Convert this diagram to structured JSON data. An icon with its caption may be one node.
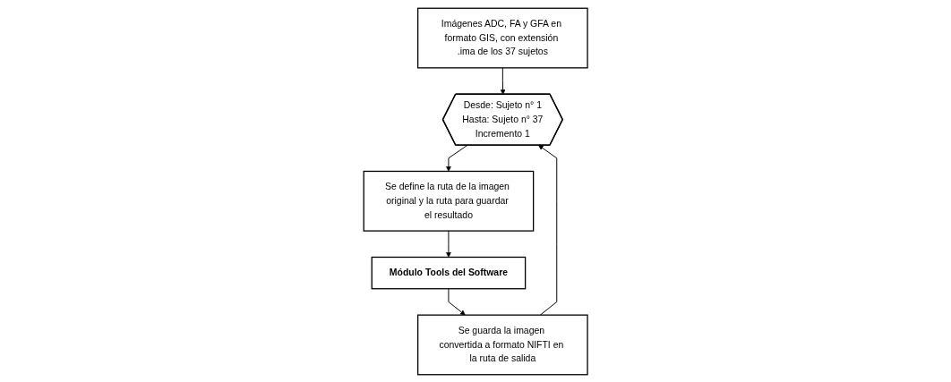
{
  "diagram": {
    "nodes": [
      {
        "text": [
          "Imágenes ADC, FA y GFA en formato GIS, con extensión .ima de los 37 sujetos"
        ]
      },
      {
        "text": [
          "Desde: Sujeto n° 1",
          "Hasta: Sujeto n° 37",
          "Incremento 1"
        ]
      },
      {
        "text": [
          "Se define la ruta de la imagen original y la ruta para guardar el resultado"
        ]
      },
      {
        "text": [
          "Módulo Tools del Software"
        ]
      },
      {
        "text": [
          "Se guarda la imagen convertida a formato NIFTI en la ruta de salida"
        ]
      }
    ],
    "edges": [
      {
        "from": 0,
        "to": 1,
        "arrow": "to"
      },
      {
        "from": 1,
        "to": 2,
        "arrow": "to"
      },
      {
        "from": 2,
        "to": 3,
        "arrow": "to"
      },
      {
        "from": 3,
        "to": 4,
        "arrow": "to"
      },
      {
        "from": 4,
        "to": 1,
        "arrow": "to"
      }
    ]
  }
}
